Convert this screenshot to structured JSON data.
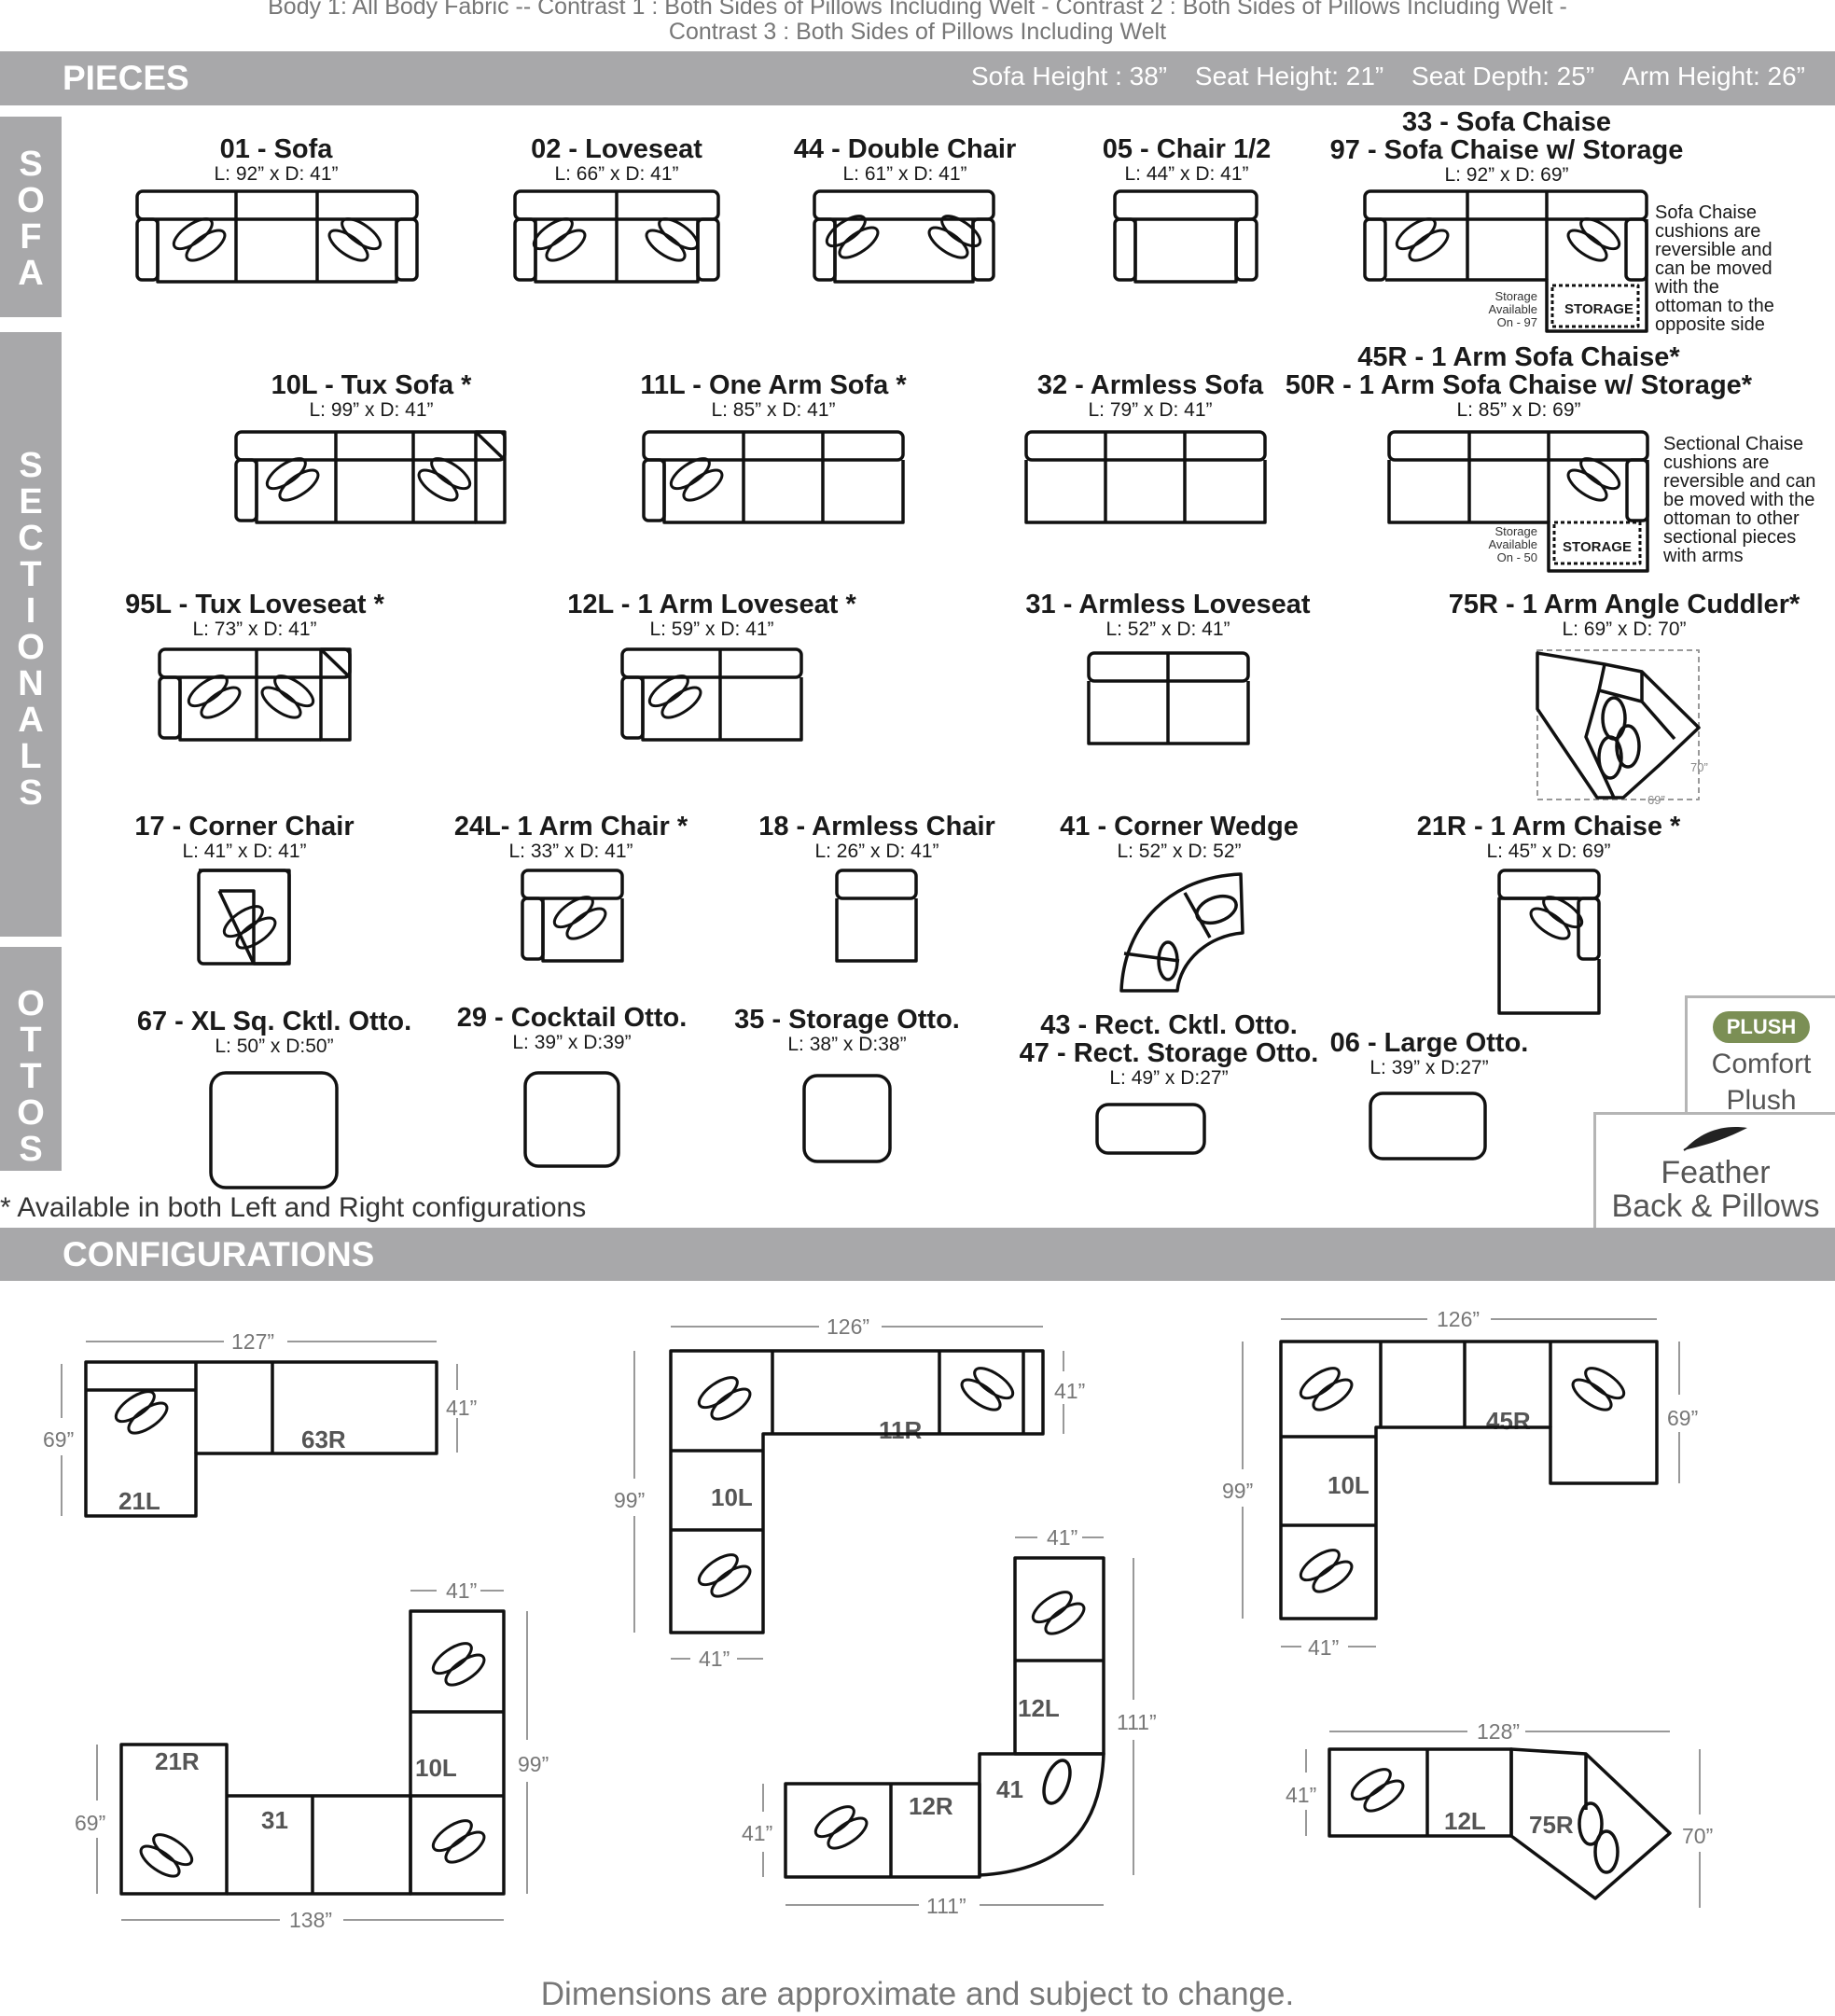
{
  "top_note": {
    "line1": "Body 1: All Body Fabric -- Contrast 1 : Both Sides of Pillows Including Welt - Contrast 2 : Both Sides of Pillows Including Welt -",
    "line2": "Contrast 3 : Both Sides of Pillows Including Welt"
  },
  "pieces_header": {
    "title": "PIECES",
    "specs": [
      "Sofa Height : 38”",
      "Seat Height: 21”",
      "Seat Depth: 25”",
      "Arm Height: 26”"
    ]
  },
  "sidebar": {
    "sofa": "SOFA",
    "sectionals": "SECTIONALS",
    "ottos": "OTTOS"
  },
  "pieces": [
    {
      "name": "01 - Sofa",
      "dims": "L: 92” x D: 41”"
    },
    {
      "name": "02 - Loveseat",
      "dims": "L: 66” x D: 41”"
    },
    {
      "name": "44 - Double Chair",
      "dims": "L: 61” x D: 41”"
    },
    {
      "name": "05 - Chair 1/2",
      "dims": "L: 44” x D: 41”"
    },
    {
      "name": "33 - Sofa Chaise",
      "name2": "97 - Sofa Chaise w/ Storage",
      "dims": "L: 92” x D: 69”"
    },
    {
      "name": "10L - Tux Sofa *",
      "dims": "L: 99” x D: 41”"
    },
    {
      "name": "11L - One Arm Sofa *",
      "dims": "L: 85” x D: 41”"
    },
    {
      "name": "32 - Armless Sofa",
      "dims": "L: 79” x D: 41”"
    },
    {
      "name": "45R - 1 Arm Sofa Chaise*",
      "name2": "50R - 1 Arm Sofa Chaise w/ Storage*",
      "dims": "L: 85” x D: 69”"
    },
    {
      "name": "95L - Tux Loveseat *",
      "dims": "L: 73” x D: 41”"
    },
    {
      "name": "12L - 1 Arm Loveseat *",
      "dims": "L: 59” x D: 41”"
    },
    {
      "name": "31 - Armless Loveseat",
      "dims": "L: 52” x D: 41”"
    },
    {
      "name": "75R - 1 Arm Angle Cuddler*",
      "dims": "L: 69” x D: 70”"
    },
    {
      "name": "17 - Corner Chair",
      "dims": "L: 41” x D: 41”"
    },
    {
      "name": "24L- 1 Arm Chair *",
      "dims": "L: 33” x D: 41”"
    },
    {
      "name": "18 - Armless Chair",
      "dims": "L: 26” x D: 41”"
    },
    {
      "name": "41 - Corner Wedge",
      "dims": "L: 52” x D: 52”"
    },
    {
      "name": "21R - 1 Arm Chaise *",
      "dims": "L: 45” x D: 69”"
    },
    {
      "name": "67 - XL Sq. Cktl. Otto.",
      "dims": "L: 50” x D:50”"
    },
    {
      "name": "29 - Cocktail Otto.",
      "dims": "L: 39” x D:39”"
    },
    {
      "name": "35 - Storage Otto.",
      "dims": "L: 38” x D:38”"
    },
    {
      "name": "43 - Rect. Cktl. Otto.",
      "name2": "47 - Rect. Storage Otto.",
      "dims": "L: 49” x D:27”"
    },
    {
      "name": "06 - Large Otto.",
      "dims": "L: 39” x D:27”"
    }
  ],
  "notes": {
    "sofa_chaise": [
      "Sofa Chaise",
      "cushions are",
      "reversible and",
      "can be moved",
      "with the",
      "ottoman to the",
      "opposite side"
    ],
    "sectional_chaise": [
      "Sectional Chaise",
      "cushions are",
      "reversible and can",
      "be moved with the",
      "ottoman to other",
      "sectional pieces",
      "with arms"
    ],
    "storage_97": [
      "Storage",
      "Available",
      "On - 97"
    ],
    "storage_50": [
      "Storage",
      "Available",
      "On - 50"
    ],
    "storage_label": "STORAGE",
    "cuddler_dim_70": "70”",
    "cuddler_dim_69": "69”"
  },
  "footnote": "* Available in both Left and Right configurations",
  "badges": {
    "plush_pill": "PLUSH",
    "plush_text1": "Comfort",
    "plush_text2": "Plush",
    "feather_text1": "Feather",
    "feather_text2": "Back & Pillows"
  },
  "configurations_header": "CONFIGURATIONS",
  "configurations": {
    "c1": {
      "width": "127”",
      "left": "69”",
      "right": "41”",
      "labels": [
        "21L",
        "63R"
      ]
    },
    "c2": {
      "width": "126”",
      "left": "99”",
      "right": "41”",
      "bottom": "41”",
      "labels": [
        "11R",
        "10L"
      ]
    },
    "c3": {
      "width": "126”",
      "left": "99”",
      "right": "69”",
      "bottom": "41”",
      "labels": [
        "45R",
        "10L"
      ]
    },
    "c4": {
      "top": "41”",
      "left": "69”",
      "right": "99”",
      "bottom": "138”",
      "labels": [
        "21R",
        "31",
        "10L"
      ]
    },
    "c5": {
      "top": "41”",
      "left": "41”",
      "right": "111”",
      "bottom": "111”",
      "labels": [
        "12L",
        "41",
        "12R"
      ]
    },
    "c6": {
      "width": "128”",
      "left": "41”",
      "right": "70”",
      "labels": [
        "12L",
        "75R"
      ]
    }
  },
  "disclaimer": "Dimensions are approximate and subject to change."
}
